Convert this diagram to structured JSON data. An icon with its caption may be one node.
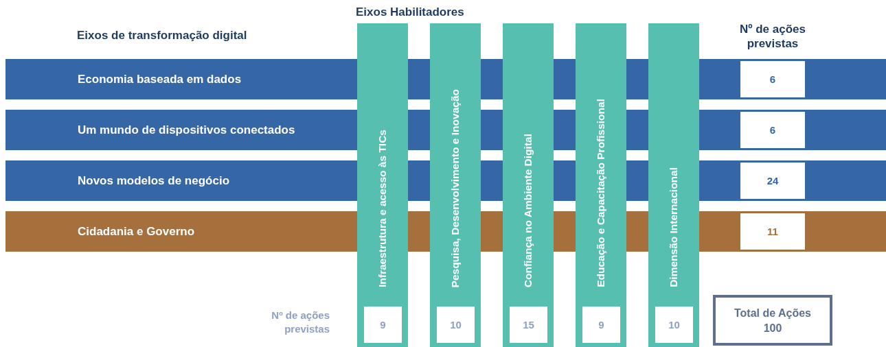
{
  "diagram": {
    "nodes": [
      {
        "text": [
          "Economia baseada em dados"
        ]
      },
      {
        "text": [
          "6"
        ],
        "in": 0
      },
      {
        "text": [
          "Um mundo de dispositivos conectados"
        ]
      },
      {
        "text": [
          "6"
        ],
        "in": 2
      },
      {
        "text": [
          "Novos modelos de negócio"
        ]
      },
      {
        "text": [
          "24"
        ],
        "in": 4
      },
      {
        "text": [
          "Cidadania e Governo"
        ]
      },
      {
        "text": [
          "11"
        ],
        "in": 6
      },
      {
        "text": [
          "Infraestrutura e acesso às TICs"
        ]
      },
      {
        "text": [
          "9"
        ],
        "in": 8
      },
      {
        "text": [
          "Pesquisa, Desenvolvimento e Inovação"
        ]
      },
      {
        "text": [
          "10"
        ],
        "in": 10
      },
      {
        "text": [
          "Confiança no Ambiente Digital"
        ]
      },
      {
        "text": [
          "15"
        ],
        "in": 12
      },
      {
        "text": [
          "Educação e Capacitação Profissional"
        ]
      },
      {
        "text": [
          "9"
        ],
        "in": 14
      },
      {
        "text": [
          "Dimensão Internacional"
        ]
      },
      {
        "text": [
          "10"
        ],
        "in": 16
      },
      {
        "text": [
          "Total de Ações",
          "100"
        ]
      }
    ],
    "labels": [
      "Eixos Habilitadores",
      "Eixos de transformação digital",
      "Nº de ações previstas",
      "Nº de ações previstas"
    ]
  }
}
